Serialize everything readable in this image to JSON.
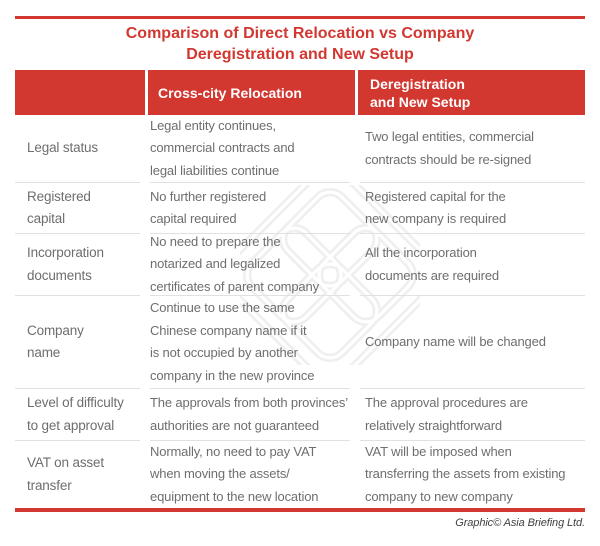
{
  "chart_data": {
    "type": "table",
    "title": "Comparison of Direct Relocation vs Company\nDeregistration and New Setup",
    "columns": [
      "",
      "Cross-city Relocation",
      "Deregistration\nand New Setup"
    ],
    "rows": [
      {
        "label": "Legal status",
        "relocation": "Legal entity continues,\ncommercial contracts and\nlegal liabilities continue",
        "deregistration": "Two legal entities, commercial\ncontracts should be re-signed"
      },
      {
        "label": "Registered\ncapital",
        "relocation": "No further registered\ncapital required",
        "deregistration": "Registered capital for the\nnew company is required"
      },
      {
        "label": "Incorporation\ndocuments",
        "relocation": "No need to prepare the\nnotarized and legalized\ncertificates of parent company",
        "deregistration": "All the incorporation\ndocuments are required"
      },
      {
        "label": "Company\nname",
        "relocation": "Continue to use the same\nChinese company name if it\nis not occupied by another\ncompany in the new province",
        "deregistration": "Company name will be changed"
      },
      {
        "label": "Level of difficulty\nto get approval",
        "relocation": "The approvals from both provinces’\nauthorities are not guaranteed",
        "deregistration": "The approval procedures are\nrelatively straightforward"
      },
      {
        "label": "VAT on asset\ntransfer",
        "relocation": "Normally, no need to pay VAT\nwhen moving the assets/\nequipment to the new location",
        "deregistration": "VAT will be imposed when\ntransferring the assets from existing\ncompany to new company"
      }
    ],
    "layout": {
      "grid": "horizontal separator lines only",
      "legend_position": "none"
    }
  },
  "footer": {
    "credit": "Graphic© Asia Briefing Ltd."
  },
  "colors": {
    "accent_red": "#d23730",
    "header_text": "#ffffff",
    "body_text": "#6e6e6e",
    "separator": "#e2e0e0",
    "watermark": "#f1eeee"
  },
  "icons": {
    "watermark": "asia-briefing-knot-watermark"
  }
}
